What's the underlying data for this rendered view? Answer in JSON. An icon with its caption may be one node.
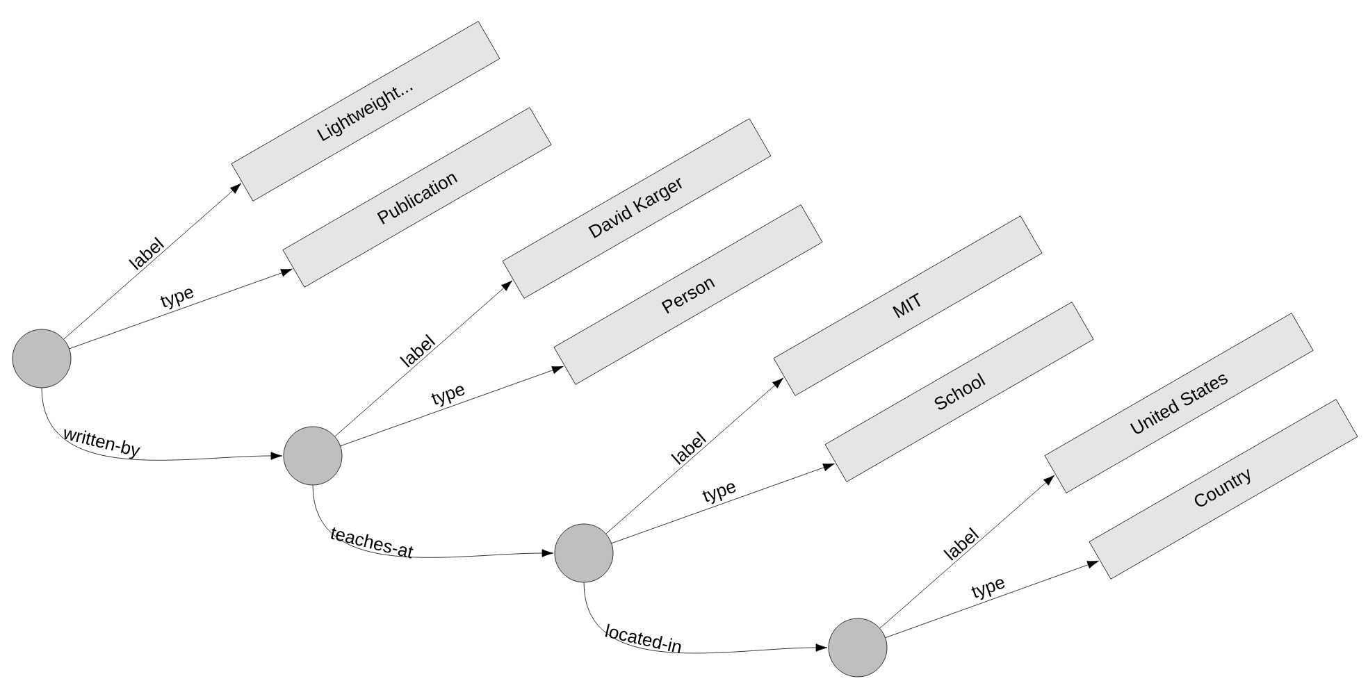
{
  "diagram": {
    "nodes": [
      {
        "text": [],
        "shape": "circle"
      },
      {
        "text": [
          "Lightweight..."
        ]
      },
      {
        "text": [
          "Publication"
        ]
      },
      {
        "text": [],
        "shape": "circle"
      },
      {
        "text": [
          "David Karger"
        ]
      },
      {
        "text": [
          "Person"
        ]
      },
      {
        "text": [],
        "shape": "circle"
      },
      {
        "text": [
          "MIT"
        ]
      },
      {
        "text": [
          "School"
        ]
      },
      {
        "text": [],
        "shape": "circle"
      },
      {
        "text": [
          "United States"
        ]
      },
      {
        "text": [
          "Country"
        ]
      }
    ],
    "edges": [
      {
        "from": 0,
        "to": 1,
        "arrow": "to",
        "label": "label"
      },
      {
        "from": 0,
        "to": 2,
        "arrow": "to",
        "label": "type"
      },
      {
        "from": 0,
        "to": 3,
        "arrow": "to",
        "label": "written-by"
      },
      {
        "from": 3,
        "to": 4,
        "arrow": "to",
        "label": "label"
      },
      {
        "from": 3,
        "to": 5,
        "arrow": "to",
        "label": "type"
      },
      {
        "from": 3,
        "to": 6,
        "arrow": "to",
        "label": "teaches-at"
      },
      {
        "from": 6,
        "to": 7,
        "arrow": "to",
        "label": "label"
      },
      {
        "from": 6,
        "to": 8,
        "arrow": "to",
        "label": "type"
      },
      {
        "from": 6,
        "to": 9,
        "arrow": "to",
        "label": "located-in"
      },
      {
        "from": 9,
        "to": 10,
        "arrow": "to",
        "label": "label"
      },
      {
        "from": 9,
        "to": 11,
        "arrow": "to",
        "label": "type"
      }
    ]
  }
}
